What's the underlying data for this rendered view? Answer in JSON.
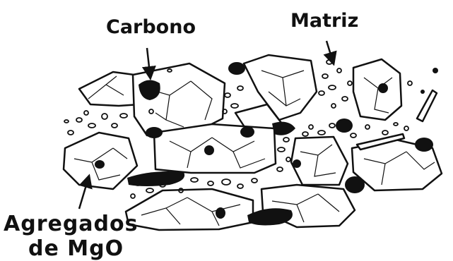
{
  "figure": {
    "labels": {
      "carbon": "Carbono",
      "matrix": "Matriz",
      "aggregates_line1": "Agregados",
      "aggregates_line2": "de MgO"
    },
    "colors": {
      "ink": "#111111",
      "background": "#ffffff"
    }
  }
}
